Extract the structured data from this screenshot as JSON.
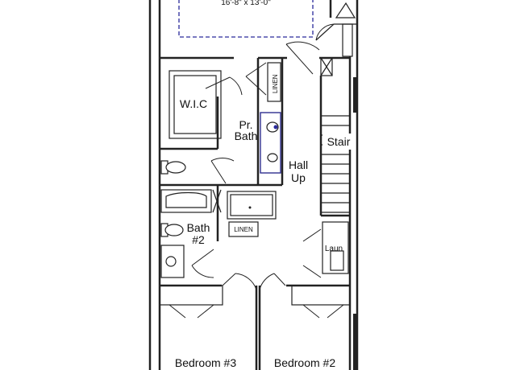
{
  "rooms": {
    "top_dimension": "16'-8\" x 13'-0\"",
    "wic": "W.I.C",
    "pr_bath_line1": "Pr.",
    "pr_bath_line2": "Bath",
    "hall_line1": "Hall",
    "hall_line2": "Up",
    "stair": "Stair",
    "bath2_line1": "Bath",
    "bath2_line2": "#2",
    "laun": "Laun",
    "bedroom3": "Bedroom #3",
    "bedroom2": "Bedroom #2"
  },
  "closets": {
    "linen_vertical": "LINEN",
    "linen_horizontal": "LINEN"
  },
  "colors": {
    "wall": "#222222",
    "ceiling_outline": "#2a2a9a",
    "sink_accent": "#2a2a9a"
  }
}
